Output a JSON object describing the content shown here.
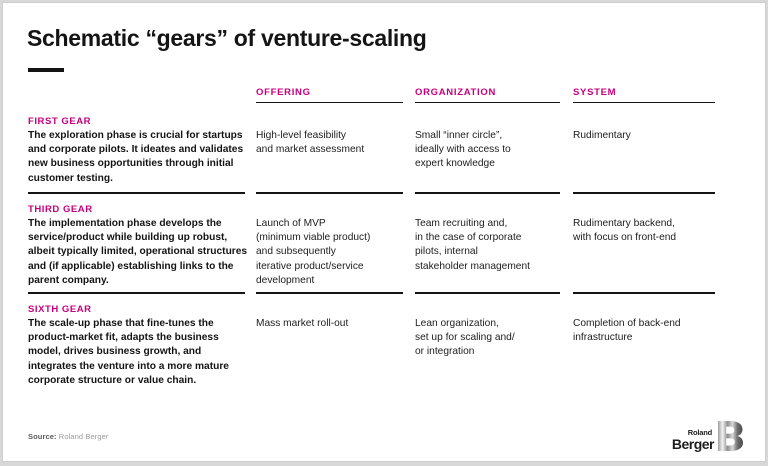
{
  "slide": {
    "title": "Schematic “gears” of venture-scaling",
    "source_label": "Source:",
    "source_value": " Roland Berger"
  },
  "logo": {
    "line1": "Roland",
    "line2": "Berger",
    "mark": "b-mark-icon"
  },
  "columns": [
    {
      "key": "gear",
      "label": ""
    },
    {
      "key": "offering",
      "label": "OFFERING"
    },
    {
      "key": "organization",
      "label": "ORGANIZATION"
    },
    {
      "key": "system",
      "label": "SYSTEM"
    }
  ],
  "rows": [
    {
      "gear_label": "FIRST GEAR",
      "gear_body": "The exploration phase is crucial for startups and corporate pilots. It ideates and validates new business opportunities through initial customer testing.",
      "offering": "High-level feasibility\nand market assessment",
      "organization": "Small “inner circle”,\nideally with access to\nexpert knowledge",
      "system": "Rudimentary"
    },
    {
      "gear_label": "THIRD GEAR",
      "gear_body": "The implementation phase develops the service/product while building up robust, albeit typically limited, operational structures and (if applicable) establishing links to the parent company.",
      "offering": "Launch of MVP\n(minimum viable product)\nand subsequently\niterative product/service\ndevelopment",
      "organization": "Team recruiting and,\nin the case of corporate\npilots, internal\nstakeholder management",
      "system": "Rudimentary backend,\nwith focus on front-end"
    },
    {
      "gear_label": "SIXTH GEAR",
      "gear_body": "The scale-up phase that fine-tunes the product-market fit, adapts the business model, drives business growth, and integrates the venture into a more mature corporate structure or value chain.",
      "offering": "Mass market roll-out",
      "organization": "Lean organization,\nset up for scaling and/\nor integration",
      "system": "Completion of back-end\ninfrastructure"
    }
  ],
  "colors": {
    "accent_magenta": "#c6007e",
    "text_dark": "#141414",
    "rule_dark": "#141414",
    "background": "#ffffff"
  }
}
